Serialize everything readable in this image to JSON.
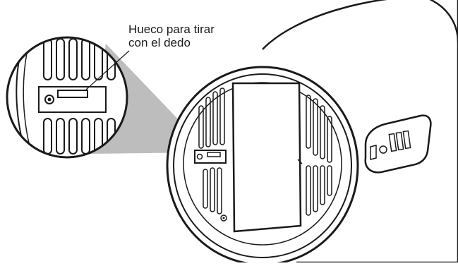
{
  "callout": {
    "line1": "Hueco para tirar",
    "line2": "con el dedo"
  },
  "colors": {
    "outline": "#1a1a1a",
    "zoom_wedge": "#bdbdbd",
    "background": "#ffffff"
  },
  "icons": [
    "finger-groove-slot",
    "screw-head",
    "ethernet-port",
    "usb-port",
    "power-jack"
  ]
}
